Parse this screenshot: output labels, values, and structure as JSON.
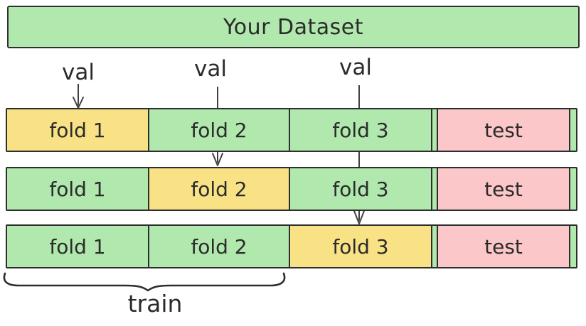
{
  "title": "Your Dataset",
  "colors": {
    "green": "#b0e8ae",
    "yellow": "#f9e286",
    "pink": "#fbc7c8",
    "stroke": "#2e2e2e",
    "arrow": "#414141",
    "text": "#2b2b2b"
  },
  "val_annotations": [
    {
      "label": "val"
    },
    {
      "label": "val"
    },
    {
      "label": "val"
    }
  ],
  "rows": [
    {
      "cells": [
        {
          "label": "fold 1",
          "color": "yellow"
        },
        {
          "label": "fold 2",
          "color": "green"
        },
        {
          "label": "fold 3",
          "color": "green"
        },
        {
          "label": "test",
          "color": "pink"
        }
      ]
    },
    {
      "cells": [
        {
          "label": "fold 1",
          "color": "green"
        },
        {
          "label": "fold 2",
          "color": "yellow"
        },
        {
          "label": "fold 3",
          "color": "green"
        },
        {
          "label": "test",
          "color": "pink"
        }
      ]
    },
    {
      "cells": [
        {
          "label": "fold 1",
          "color": "green"
        },
        {
          "label": "fold 2",
          "color": "green"
        },
        {
          "label": "fold 3",
          "color": "yellow"
        },
        {
          "label": "test",
          "color": "pink"
        }
      ]
    }
  ],
  "train_label": "train"
}
